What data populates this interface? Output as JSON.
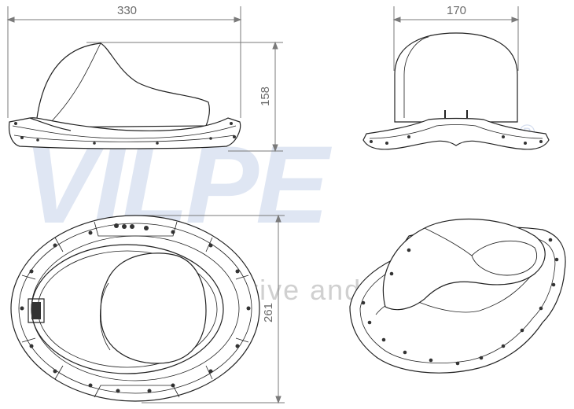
{
  "watermark": {
    "brand": "VILPE",
    "registered": "®",
    "tagline": "Innovative and Easy",
    "color": "#d6dff0"
  },
  "dimensions": {
    "side_width": "330",
    "side_height": "158",
    "front_width": "170",
    "top_height": "261"
  },
  "colors": {
    "line": "#222222",
    "dim_line": "#7a7a7a",
    "dim_text": "#6b6b6b"
  }
}
